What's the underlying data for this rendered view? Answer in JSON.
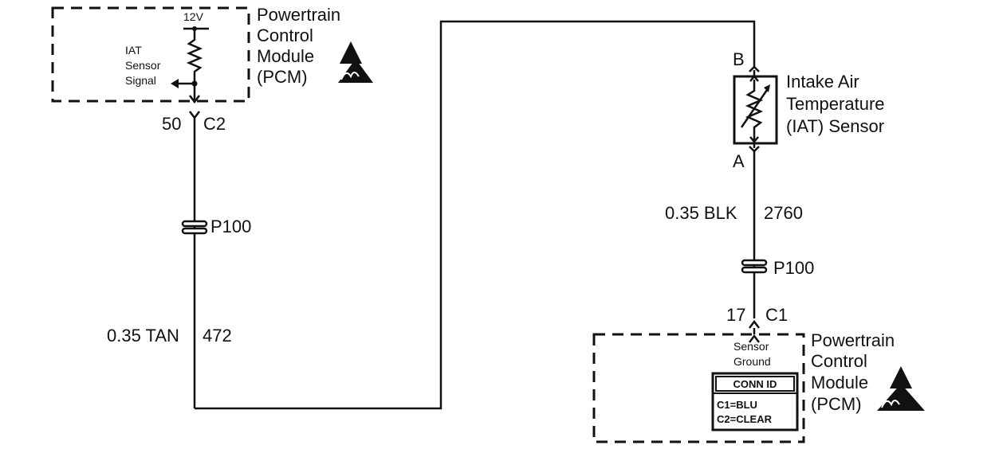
{
  "pcm_top": {
    "title_lines": [
      "Powertrain",
      "Control",
      "Module",
      "(PCM)"
    ],
    "voltage": "12V",
    "signal_lines": [
      "IAT",
      "Sensor",
      "Signal"
    ]
  },
  "pcm_bottom": {
    "title_lines": [
      "Powertrain",
      "Control",
      "Module",
      "(PCM)"
    ],
    "ground_lines": [
      "Sensor",
      "Ground"
    ],
    "conn_id": {
      "title": "CONN ID",
      "rows": [
        "C1=BLU",
        "C2=CLEAR"
      ]
    }
  },
  "sensor": {
    "name_lines": [
      "Intake Air",
      "Temperature",
      "(IAT) Sensor"
    ],
    "pin_top": "B",
    "pin_bottom": "A"
  },
  "left_circuit": {
    "pin": "50",
    "connector": "C2",
    "splice": "P100",
    "wire_gauge_color": "0.35 TAN",
    "circuit_number": "472"
  },
  "right_circuit": {
    "wire_gauge_color": "0.35 BLK",
    "circuit_number": "2760",
    "splice": "P100",
    "pin": "17",
    "connector": "C1"
  },
  "colors": {
    "ink": "#111111",
    "background": "#ffffff"
  }
}
